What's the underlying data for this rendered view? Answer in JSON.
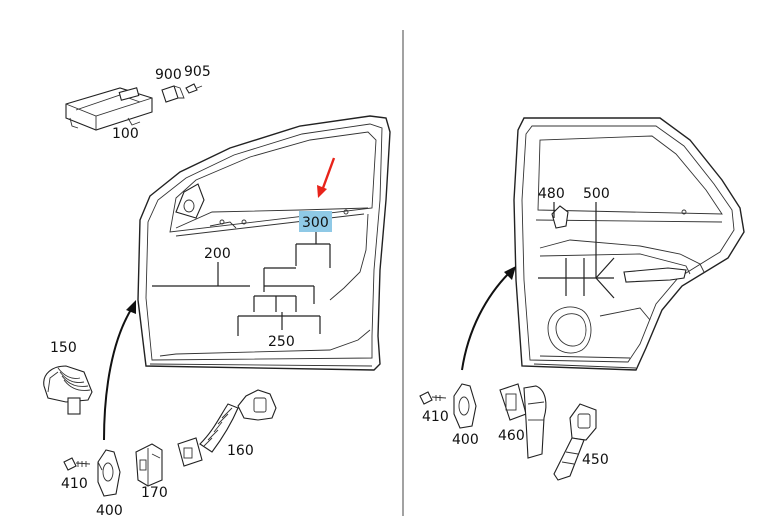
{
  "diagram": {
    "highlight_color": "#8fc9e6",
    "arrow_color": "#e8231a",
    "labels": {
      "p900": "900",
      "p905": "905",
      "p100": "100",
      "p300": "300",
      "p200": "200",
      "p250": "250",
      "p150": "150",
      "p410_left": "410",
      "p400_left": "400",
      "p170": "170",
      "p160": "160",
      "p480": "480",
      "p500": "500",
      "p410_right": "410",
      "p400_right": "400",
      "p460": "460",
      "p450": "450"
    }
  }
}
